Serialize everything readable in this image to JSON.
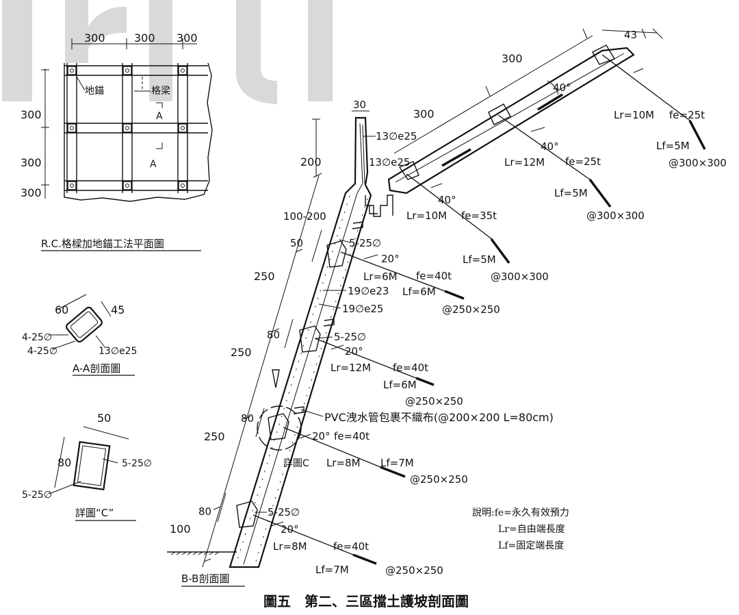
{
  "plan": {
    "top_dims": [
      "300",
      "300",
      "300"
    ],
    "left_dims": [
      "300",
      "300",
      "300"
    ],
    "label_anchor": "地錨",
    "label_beam": "格梁",
    "section_mark": "A",
    "title": "R.C.格樑加地錨工法平面圖"
  },
  "section_aa": {
    "dim_w": "60",
    "dim_h": "45",
    "bar_top": "4-25∅",
    "bar_bottom": "4-25∅",
    "stirrup": "13∅e25",
    "title": "A-A剖面圖"
  },
  "detail_c": {
    "dim_w": "50",
    "dim_h": "80",
    "bar_right": "5-25∅",
    "bar_left": "5-25∅",
    "title": "詳圖“C”"
  },
  "wall": {
    "dim_top_width": "30",
    "bar_13e25_a": "13∅e25",
    "bar_13e25_b": "13∅e25",
    "dim_200": "200",
    "dim_100_200": "100-200",
    "dim_250_a": "250",
    "dim_250_b": "250",
    "dim_250_c": "250",
    "dim_100": "100",
    "dim_50": "50",
    "dim_80_a": "80",
    "dim_80_b": "80",
    "dim_80_c": "80",
    "bar_19e23": "19∅e23",
    "bar_19e25": "19∅e25",
    "bar_5_25_a": "5-25∅",
    "bar_5_25_b": "5-25∅",
    "bar_5_25_c": "5-25∅",
    "pvc_note": "PVC洩水管包裹不織布(@200×200 L=80cm)",
    "detail_c_ref": "詳圖C",
    "title": "B-B剖面圖"
  },
  "anchors": [
    {
      "angle": "20°",
      "lr": "Lr=6M",
      "fe": "fe=40t",
      "lf": "Lf=6M",
      "spacing": "@250×250"
    },
    {
      "angle": "20°",
      "lr": "Lr=12M",
      "fe": "fe=40t",
      "lf": "Lf=6M",
      "spacing": "@250×250"
    },
    {
      "angle": "20°",
      "lr": "Lr=8M",
      "fe": "fe=40t",
      "lf": "Lf=7M",
      "spacing": "@250×250"
    },
    {
      "angle": "20°",
      "lr": "Lr=8M",
      "fe": "fe=40t",
      "lf": "Lf=7M",
      "spacing": "@250×250"
    }
  ],
  "slope": {
    "dim_300_upper": "300",
    "dim_300_lower": "300",
    "dim_43": "43",
    "slope_angle": "40°",
    "anchors": [
      {
        "angle": "40°",
        "lr": "Lr=10M",
        "fe": "fe=35t",
        "lf": "Lf=5M",
        "spacing": "@300×300"
      },
      {
        "angle": "40°",
        "lr": "Lr=12M",
        "fe": "fe=25t",
        "lf": "Lf=5M",
        "spacing": "@300×300"
      },
      {
        "lr": "Lr=10M",
        "fe": "fe=25t",
        "lf": "Lf=5M",
        "spacing": "@300×300"
      }
    ]
  },
  "legend": {
    "line1": "說明:fe=永久有效預力",
    "line2": "Lr=自由端長度",
    "line3": "Lf=固定端長度"
  },
  "figure_caption": "圖五　第二、三區擋土護坡剖面圖"
}
